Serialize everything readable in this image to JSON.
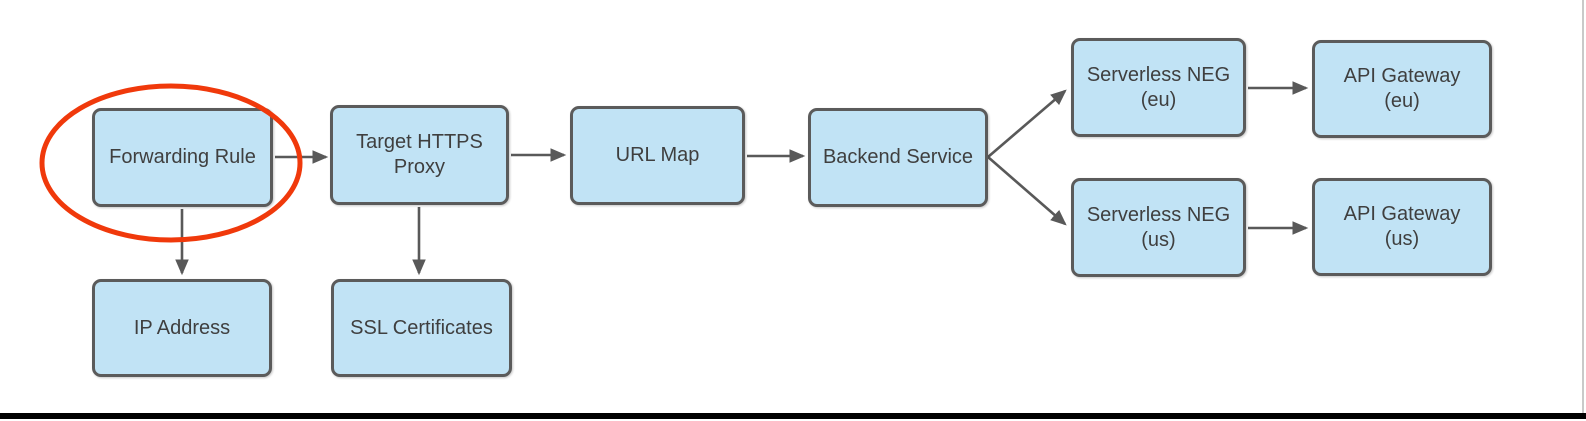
{
  "diagram": {
    "nodes": [
      {
        "id": "forwarding-rule",
        "label": "Forwarding Rule"
      },
      {
        "id": "target-https-proxy",
        "label": "Target HTTPS\nProxy"
      },
      {
        "id": "url-map",
        "label": "URL Map"
      },
      {
        "id": "backend-service",
        "label": "Backend Service"
      },
      {
        "id": "serverless-neg-eu",
        "label": "Serverless NEG\n(eu)"
      },
      {
        "id": "api-gateway-eu",
        "label": "API Gateway\n(eu)"
      },
      {
        "id": "serverless-neg-us",
        "label": "Serverless NEG\n(us)"
      },
      {
        "id": "api-gateway-us",
        "label": "API Gateway\n(us)"
      },
      {
        "id": "ip-address",
        "label": "IP Address"
      },
      {
        "id": "ssl-certificates",
        "label": "SSL Certificates"
      }
    ],
    "edges": [
      {
        "from": "forwarding-rule",
        "to": "target-https-proxy"
      },
      {
        "from": "target-https-proxy",
        "to": "url-map"
      },
      {
        "from": "url-map",
        "to": "backend-service"
      },
      {
        "from": "backend-service",
        "to": "serverless-neg-eu"
      },
      {
        "from": "backend-service",
        "to": "serverless-neg-us"
      },
      {
        "from": "serverless-neg-eu",
        "to": "api-gateway-eu"
      },
      {
        "from": "serverless-neg-us",
        "to": "api-gateway-us"
      },
      {
        "from": "forwarding-rule",
        "to": "ip-address"
      },
      {
        "from": "target-https-proxy",
        "to": "ssl-certificates"
      }
    ],
    "annotation": {
      "type": "highlight-ellipse",
      "around": "forwarding-rule",
      "color": "#F0390B"
    },
    "colors": {
      "node_fill": "#C1E3F5",
      "node_border": "#5B5B5B",
      "arrow": "#595959",
      "text": "#3F3F3F",
      "highlight": "#F0390B",
      "bottom_bar": "#000000"
    }
  }
}
